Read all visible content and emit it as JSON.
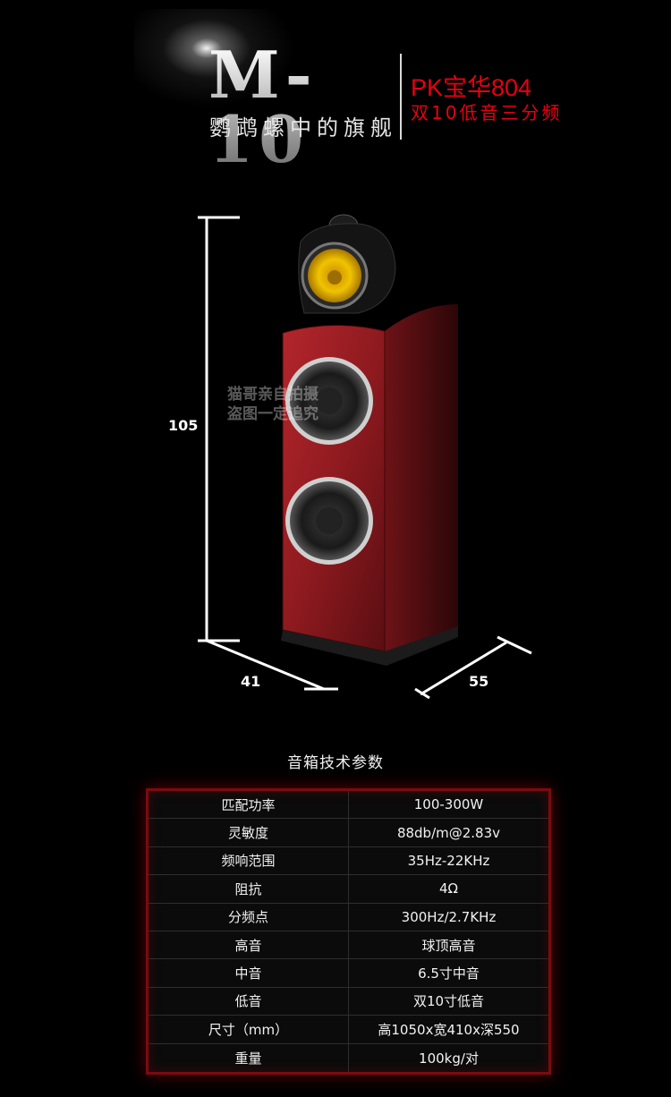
{
  "header": {
    "model": "M-10",
    "tagline": "鹦鹉螺中的旗舰",
    "compare_title": "PK宝华804",
    "compare_sub": "双10低音三分频"
  },
  "speaker": {
    "icons": [
      "tower-speaker-image"
    ],
    "watermark_line1": "猫哥亲自拍摄",
    "watermark_line2": "盗图一定追究",
    "height_label": "105",
    "width_label": "41",
    "depth_label": "55",
    "colors": {
      "cabinet": "#8e1a1f",
      "tweeter_cone": "#e8b800"
    }
  },
  "specs": {
    "heading": "音箱技术参数",
    "rows": [
      {
        "key": "匹配功率",
        "value": "100-300W"
      },
      {
        "key": "灵敏度",
        "value": "88db/m@2.83v"
      },
      {
        "key": "频响范围",
        "value": "35Hz-22KHz"
      },
      {
        "key": "阻抗",
        "value": "4Ω"
      },
      {
        "key": "分频点",
        "value": "300Hz/2.7KHz"
      },
      {
        "key": "高音",
        "value": "球顶高音"
      },
      {
        "key": "中音",
        "value": "6.5寸中音"
      },
      {
        "key": "低音",
        "value": "双10寸低音"
      },
      {
        "key": "尺寸（mm）",
        "value": "高1050x宽410x深550"
      },
      {
        "key": "重量",
        "value": "100kg/对"
      }
    ],
    "border_color": "#7a0b10"
  }
}
